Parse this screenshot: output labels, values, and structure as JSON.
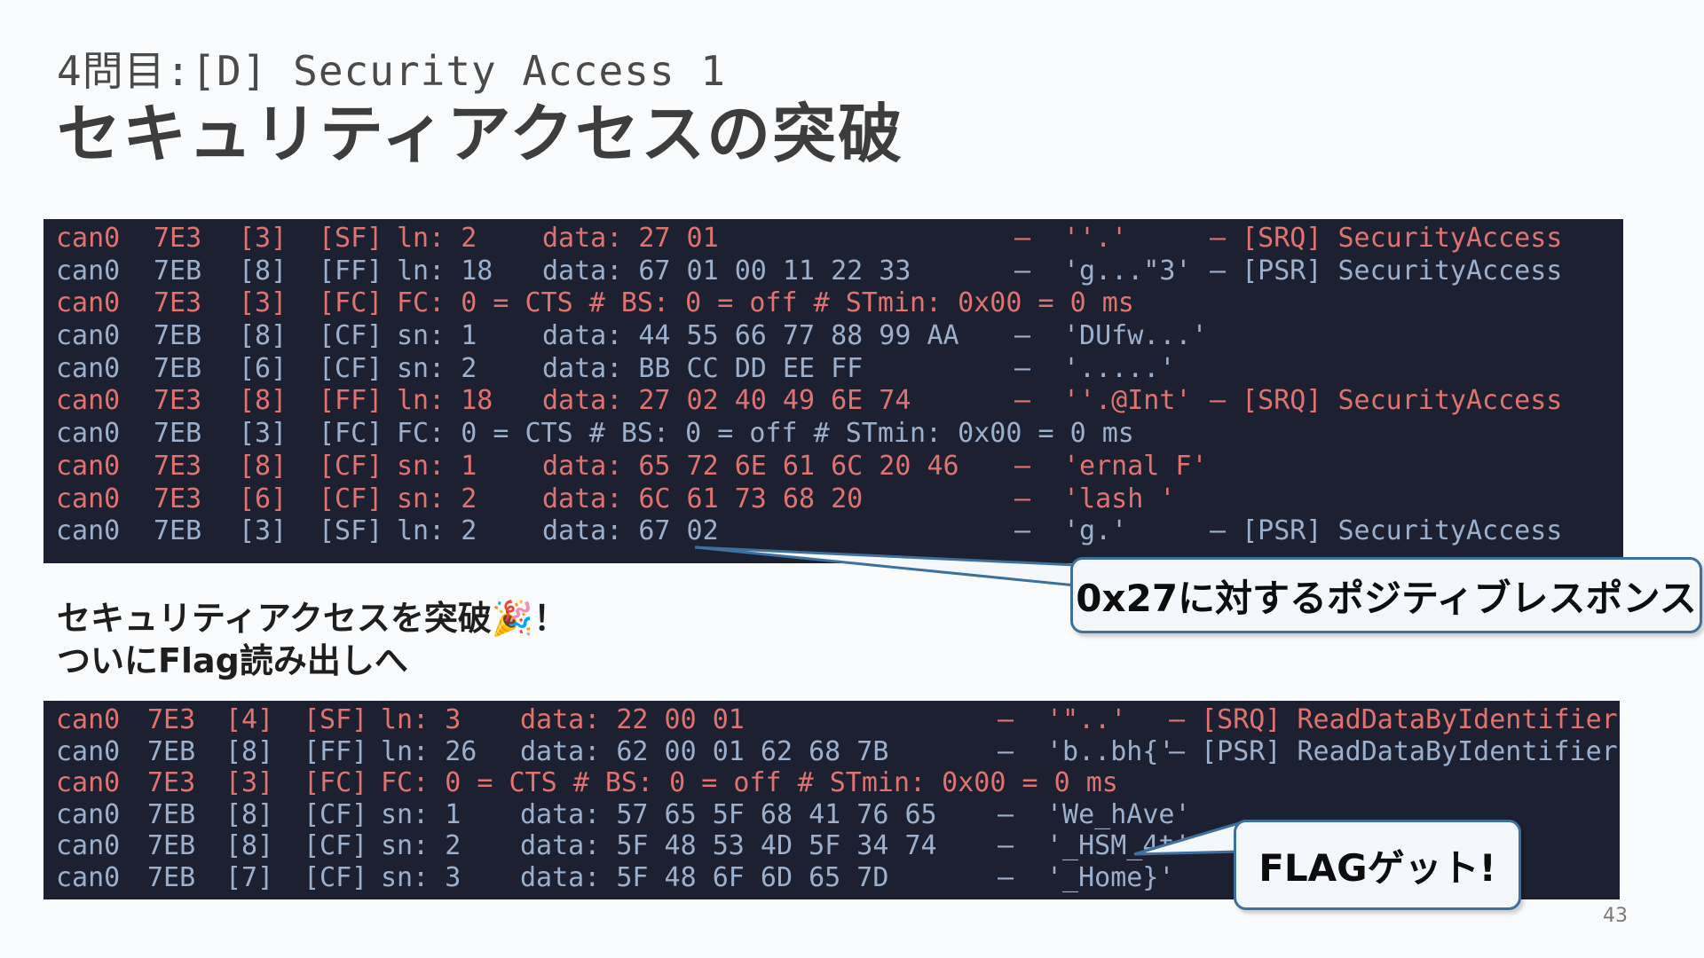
{
  "slide": {
    "title_sub": "4問目:[D] Security Access 1",
    "title_main": "セキュリティアクセスの突破",
    "body_line1": "セキュリティアクセスを突破🎉！",
    "body_line2": "ついにFlag読み出しへ",
    "callout_psr": "0x27に対するポジティブレスポンス",
    "callout_flag": "FLAGゲット!",
    "page_number": "43"
  },
  "log1": [
    {
      "color": "red",
      "iface": "can0",
      "id": "7E3",
      "dlc": "[3]",
      "frame": "[SF]",
      "field": "ln: 2",
      "data": "data: 27 01",
      "ascii": "''.'",
      "tag": "– [SRQ] SecurityAccess"
    },
    {
      "color": "blue",
      "iface": "can0",
      "id": "7EB",
      "dlc": "[8]",
      "frame": "[FF]",
      "field": "ln: 18",
      "data": "data: 67 01 00 11 22 33",
      "ascii": "'g...\"3'",
      "tag": "– [PSR] SecurityAccess"
    },
    {
      "color": "red",
      "iface": "can0",
      "id": "7E3",
      "dlc": "[3]",
      "frame": "[FC]",
      "field": "FC: 0 = CTS # BS: 0 = off # STmin: 0x00 = 0 ms",
      "data": "",
      "ascii": "",
      "tag": ""
    },
    {
      "color": "blue",
      "iface": "can0",
      "id": "7EB",
      "dlc": "[8]",
      "frame": "[CF]",
      "field": "sn: 1",
      "data": "data: 44 55 66 77 88 99 AA",
      "ascii": "'DUfw...'",
      "tag": ""
    },
    {
      "color": "blue",
      "iface": "can0",
      "id": "7EB",
      "dlc": "[6]",
      "frame": "[CF]",
      "field": "sn: 2",
      "data": "data: BB CC DD EE FF",
      "ascii": "'.....'",
      "tag": ""
    },
    {
      "color": "red",
      "iface": "can0",
      "id": "7E3",
      "dlc": "[8]",
      "frame": "[FF]",
      "field": "ln: 18",
      "data": "data: 27 02 40 49 6E 74",
      "ascii": "''.@Int'",
      "tag": "– [SRQ] SecurityAccess"
    },
    {
      "color": "blue",
      "iface": "can0",
      "id": "7EB",
      "dlc": "[3]",
      "frame": "[FC]",
      "field": "FC: 0 = CTS # BS: 0 = off # STmin: 0x00 = 0 ms",
      "data": "",
      "ascii": "",
      "tag": ""
    },
    {
      "color": "red",
      "iface": "can0",
      "id": "7E3",
      "dlc": "[8]",
      "frame": "[CF]",
      "field": "sn: 1",
      "data": "data: 65 72 6E 61 6C 20 46",
      "ascii": "'ernal F'",
      "tag": ""
    },
    {
      "color": "red",
      "iface": "can0",
      "id": "7E3",
      "dlc": "[6]",
      "frame": "[CF]",
      "field": "sn: 2",
      "data": "data: 6C 61 73 68 20",
      "ascii": "'lash '",
      "tag": ""
    },
    {
      "color": "blue",
      "iface": "can0",
      "id": "7EB",
      "dlc": "[3]",
      "frame": "[SF]",
      "field": "ln: 2",
      "data": "data: 67 02",
      "ascii": "'g.'",
      "tag": "– [PSR] SecurityAccess"
    }
  ],
  "log2": [
    {
      "color": "red",
      "iface": "can0",
      "id": "7E3",
      "dlc": "[4]",
      "frame": "[SF]",
      "field": "ln: 3",
      "data": "data: 22 00 01",
      "ascii": "'\"..'",
      "tag": "– [SRQ] ReadDataByIdentifier"
    },
    {
      "color": "blue",
      "iface": "can0",
      "id": "7EB",
      "dlc": "[8]",
      "frame": "[FF]",
      "field": "ln: 26",
      "data": "data: 62 00 01 62 68 7B",
      "ascii": "'b..bh{'",
      "tag": "– [PSR] ReadDataByIdentifier"
    },
    {
      "color": "red",
      "iface": "can0",
      "id": "7E3",
      "dlc": "[3]",
      "frame": "[FC]",
      "field": "FC: 0 = CTS # BS: 0 = off # STmin: 0x00 = 0 ms",
      "data": "",
      "ascii": "",
      "tag": ""
    },
    {
      "color": "blue",
      "iface": "can0",
      "id": "7EB",
      "dlc": "[8]",
      "frame": "[CF]",
      "field": "sn: 1",
      "data": "data: 57 65 5F 68 41 76 65",
      "ascii": "'We_hAve'",
      "tag": ""
    },
    {
      "color": "blue",
      "iface": "can0",
      "id": "7EB",
      "dlc": "[8]",
      "frame": "[CF]",
      "field": "sn: 2",
      "data": "data: 5F 48 53 4D 5F 34 74",
      "ascii": "'_HSM_4t'",
      "tag": ""
    },
    {
      "color": "blue",
      "iface": "can0",
      "id": "7EB",
      "dlc": "[7]",
      "frame": "[CF]",
      "field": "sn: 3",
      "data": "data: 5F 48 6F 6D 65 7D",
      "ascii": "'_Home}'",
      "tag": ""
    }
  ],
  "colors": {
    "red": "#e0736f",
    "blue": "#9cb0cd",
    "terminal_bg": "#1c2030",
    "callout_border": "#3f6f9c"
  }
}
